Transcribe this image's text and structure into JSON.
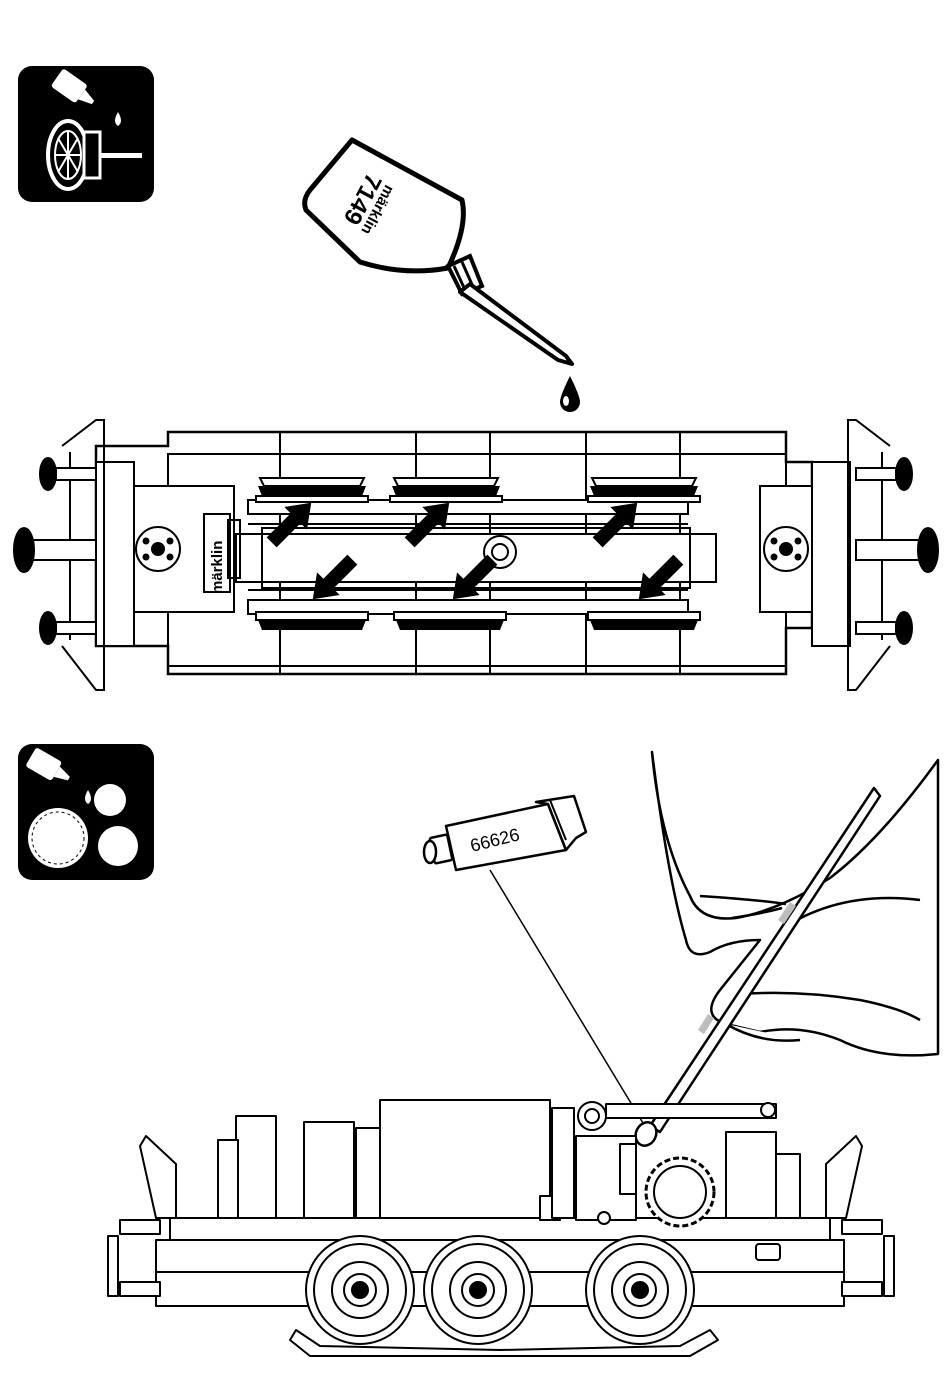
{
  "oil_bottle": {
    "brand": "märklin",
    "article_number": "7149"
  },
  "chassis_plate": {
    "brand": "märklin"
  },
  "grease_tube": {
    "article_number": "66626"
  },
  "icons": {
    "top": "oil-wheel-bearings-icon",
    "bottom": "grease-gears-icon"
  },
  "colors": {
    "ink": "#000000",
    "paper": "#ffffff",
    "tint": "#bdbdbd"
  }
}
